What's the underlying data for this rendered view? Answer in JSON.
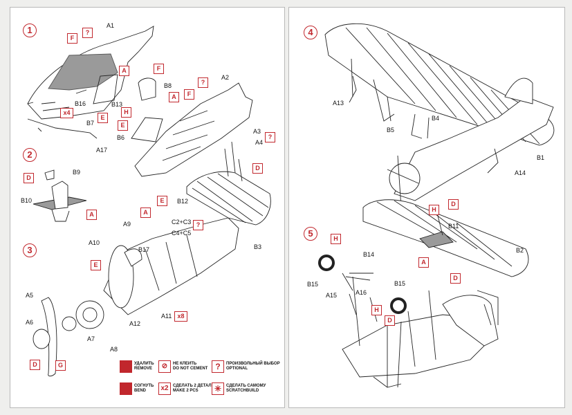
{
  "steps": [
    "1",
    "2",
    "3",
    "4",
    "5"
  ],
  "paint_codes": {
    "A": "A",
    "D": "D",
    "E": "E",
    "F": "F",
    "G": "G",
    "H": "H"
  },
  "marks": {
    "optional": "?",
    "times4": "x4",
    "times8": "x8"
  },
  "parts": {
    "A1": "A1",
    "A2": "A2",
    "A3": "A3",
    "A4": "A4",
    "A5": "A5",
    "A6": "A6",
    "A7": "A7",
    "A8": "A8",
    "A9": "A9",
    "A10": "A10",
    "A11": "A11",
    "A12": "A12",
    "A13": "A13",
    "A14": "A14",
    "A15": "A15",
    "A16": "A16",
    "A17": "A17",
    "B1": "B1",
    "B2": "B2",
    "B3": "B3",
    "B4": "B4",
    "B5": "B5",
    "B6": "B6",
    "B7": "B7",
    "B8": "B8",
    "B9": "B9",
    "B10": "B10",
    "B11": "B11",
    "B12": "B12",
    "B13": "B13",
    "B14": "B14",
    "B15": "B15",
    "B16": "B16",
    "B17": "B17",
    "C2C3": "C2+C3",
    "C4C5": "C4+C5"
  },
  "legend": {
    "remove": {
      "ru": "УДАЛИТЬ",
      "en": "REMOVE"
    },
    "bend": {
      "ru": "СОГНУТЬ",
      "en": "BEND"
    },
    "no_cement": {
      "ru": "НЕ КЛЕИТЬ",
      "en": "DO NOT CEMENT"
    },
    "make2": {
      "ru": "СДЕЛАТЬ 2 ДЕТАЛИ",
      "en": "MAKE 2 PCS",
      "icon": "x2"
    },
    "optional": {
      "ru": "ПРОИЗВОЛЬНЫЙ ВЫБОР",
      "en": "OPTIONAL",
      "icon": "?"
    },
    "scratch": {
      "ru": "СДЕЛАТЬ САМОМУ",
      "en": "SCRATCHBUILD",
      "icon": "✳"
    }
  },
  "colors": {
    "accent": "#c1272d",
    "line": "#222222",
    "grey": "#9a9a9a"
  }
}
